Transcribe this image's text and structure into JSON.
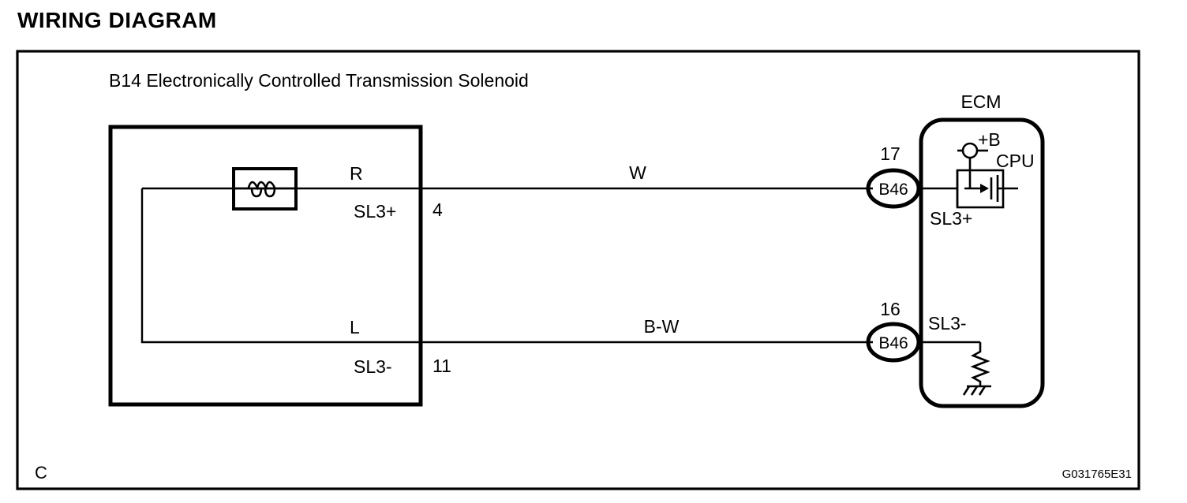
{
  "page": {
    "title": "WIRING DIAGRAM",
    "corner_letter": "C",
    "reference_code": "G031765E31",
    "background": "#ffffff",
    "ink": "#000000"
  },
  "diagram": {
    "type": "automotive-wiring-schematic",
    "component": {
      "label": "B14 Electronically Controlled Transmission Solenoid",
      "id": "B14",
      "name": "Electronically Controlled Transmission Solenoid",
      "symbol": "solenoid-coil",
      "terminals": [
        {
          "signal": "SL3+",
          "pin": "4",
          "wire_color_code": "R",
          "wire_color_name": "Red"
        },
        {
          "signal": "SL3-",
          "pin": "11",
          "wire_color_code": "L",
          "wire_color_name": "Blue"
        }
      ]
    },
    "ecm": {
      "label": "ECM",
      "cpu_label": "CPU",
      "supply_label": "+B",
      "connectors": [
        {
          "name": "B46",
          "pin": "17",
          "signal": "SL3+",
          "internal": "transistor-driver"
        },
        {
          "name": "B46",
          "pin": "16",
          "signal": "SL3-",
          "internal": "resistor-to-ground"
        }
      ]
    },
    "wires": [
      {
        "from": "B14 pin 4 (SL3+)",
        "to": "ECM B46 pin 17 (SL3+)",
        "color_code": "W",
        "color_name": "White"
      },
      {
        "from": "B14 pin 11 (SL3-)",
        "to": "ECM B46 pin 16 (SL3-)",
        "color_code": "B-W",
        "color_name": "Black-White"
      }
    ]
  }
}
